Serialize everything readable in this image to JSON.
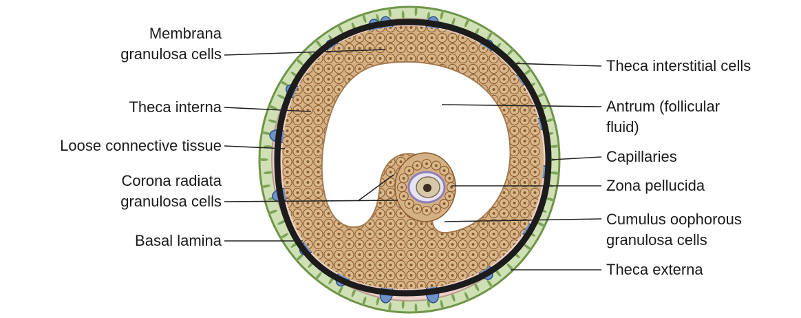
{
  "labels": {
    "membrana_1": "Membrana",
    "membrana_2": "granulosa cells",
    "theca_interna": "Theca interna",
    "loose_ct": "Loose connective tissue",
    "corona_1": "Corona radiata",
    "corona_2": "granulosa cells",
    "basal_lamina": "Basal lamina",
    "theca_interstitial": "Theca interstitial cells",
    "antrum_1": "Antrum (follicular",
    "antrum_2": "fluid)",
    "capillaries": "Capillaries",
    "zona_pellucida": "Zona pellucida",
    "cumulus_1": "Cumulus oophorous",
    "cumulus_2": "granulosa cells",
    "theca_externa": "Theca externa"
  },
  "colors": {
    "granulosa_fill": "#d9b98c",
    "granulosa_edge": "#8a5a2e",
    "theca_interna": "#e9c9c4",
    "theca_cell": "#6f92c8",
    "theca_externa": "#7fa35a",
    "basal_lamina": "#1c1c1c",
    "leader": "#222222"
  }
}
